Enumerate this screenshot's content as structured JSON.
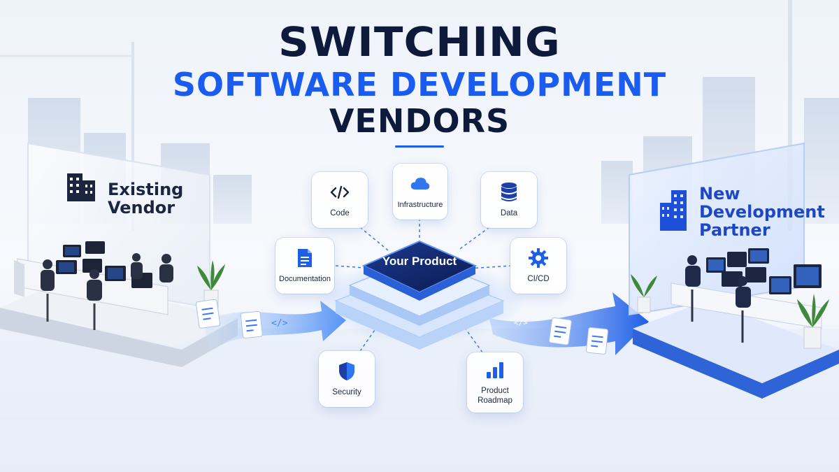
{
  "title": {
    "line1": "SWITCHING",
    "line2": "SOFTWARE DEVELOPMENT",
    "line3": "VENDORS"
  },
  "left_panel": {
    "label": "Existing Vendor"
  },
  "right_panel": {
    "label": "New Development Partner"
  },
  "hub": {
    "label": "Your Product"
  },
  "assets": {
    "code": {
      "label": "Code",
      "icon": "code-icon"
    },
    "infrastructure": {
      "label": "Infrastructure",
      "icon": "cloud-icon"
    },
    "data": {
      "label": "Data",
      "icon": "database-icon"
    },
    "documentation": {
      "label": "Documentation",
      "icon": "document-icon"
    },
    "cicd": {
      "label": "CI/CD",
      "icon": "gear-icon"
    },
    "security": {
      "label": "Security",
      "icon": "shield-icon"
    },
    "roadmap": {
      "label": "Product Roadmap",
      "icon": "bar-chart-icon"
    }
  },
  "colors": {
    "accent": "#1a5cf0",
    "navy": "#0d1a3b",
    "right_label": "#1e47c4"
  }
}
